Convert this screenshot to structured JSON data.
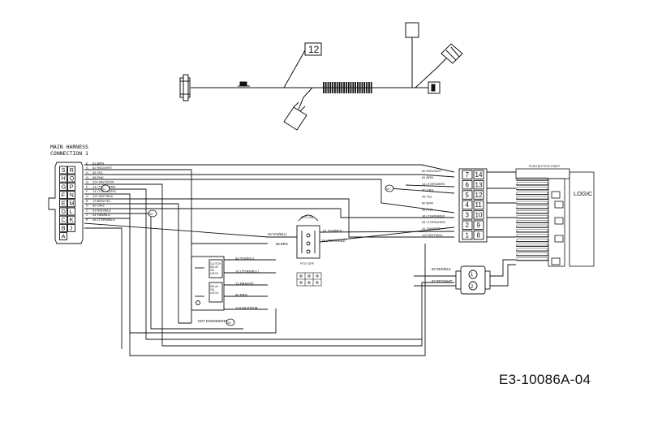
{
  "callout_number": "12",
  "main_harness": {
    "title_line1": "MAIN HARNESS",
    "title_line2": "CONNECTION 1"
  },
  "connector_left": {
    "pins_top": [
      "A",
      "B",
      "C",
      "D",
      "E",
      "F",
      "G",
      "H",
      "S"
    ],
    "pins_mid": [
      "A",
      "B",
      "C",
      "D",
      "N",
      "P",
      "Q",
      "R"
    ],
    "pins_bot": [
      "J",
      "K",
      "L",
      "M",
      "N",
      "P",
      "Q",
      "R"
    ]
  },
  "left_wires": [
    "81 BRN",
    "82 RED/WHT",
    "35 YEL",
    "58 PNK",
    "124 WHT/PUR",
    "14 LTGRN/BRN",
    "14 LTGRN/ORG",
    "122 WHT/BLK",
    "13 BRN/YEL",
    "60 ORG",
    "93 RED/BLU",
    "44 TAN/BLU",
    "16 LTGRN/BLU"
  ],
  "right_wires": [
    "82 RED/WHT",
    "81 BRN",
    "14 LTGRN/BRN",
    "80 ORG",
    "35 YEL",
    "60 BRN",
    "58 PNK",
    "16 LTGRN/RED",
    "54 LTGRN/ORG",
    "41 TAN/RED",
    "122 WHT/BLK"
  ],
  "relay_pins": [
    "7",
    "14",
    "6",
    "13",
    "5",
    "12",
    "4",
    "11",
    "3",
    "10",
    "2",
    "9",
    "1",
    "8"
  ],
  "switch_labels": {
    "pto_on": "PTO ON",
    "pto_off": "PTO OFF",
    "wire_44": "44 TAN/BLU",
    "wire_41": "41 TAN/RED",
    "wire_66": "66 BRN",
    "wire_15": "15 LTGRN/RED"
  },
  "delay_block": {
    "relay1": "CLUTCH DELAY ON LATCH",
    "relay2": "DELAY ON LATCH",
    "wire_a": "44 TAN/BLU",
    "wire_b": "16 LTGRN/BLU",
    "wire_c": "13 BRN/YEL",
    "wire_d": "60 BRN",
    "wire_e": "124 WHT/PUR",
    "not_engineered": "NOT ENGINEERED"
  },
  "splice_labels": [
    "S1",
    "S2",
    "S3",
    "S4"
  ],
  "push_button_start": "PUSH BUTTON START",
  "logic_label": "LOGIC",
  "bottom_connector": {
    "wire_top": "93 RED/BLK",
    "wire_bot": "92 RED/WHT",
    "pin1": "1",
    "pin2": "2"
  },
  "diagram_code": "E3-10086A-04"
}
